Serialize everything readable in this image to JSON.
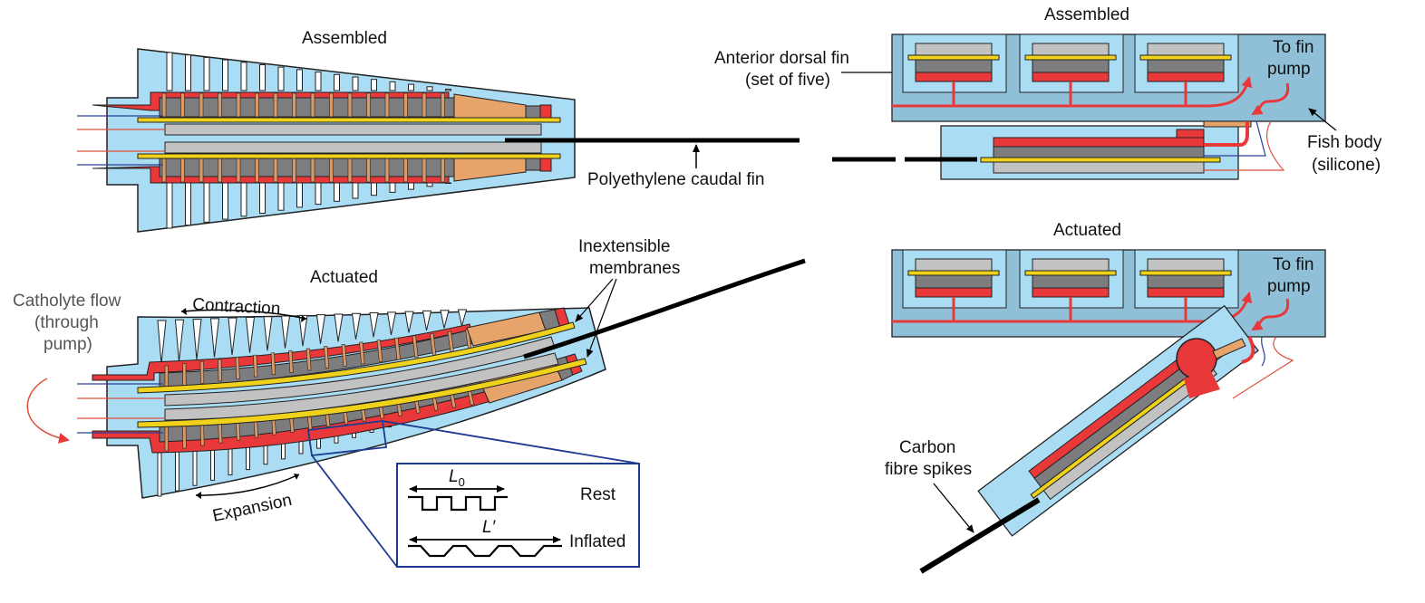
{
  "figure": {
    "colors": {
      "silicone_light": "#aadcf4",
      "silicone_body": "#8fc0d8",
      "red_channel": "#e8383a",
      "dark_grey": "#7d7d80",
      "light_grey": "#c2c2c2",
      "yellow_membrane": "#f1d21a",
      "tan": "#e6a46b",
      "copper": "#d99a68",
      "blue_wire": "#2a3f96",
      "red_wire": "#e0503a",
      "inset_border": "#1d3a93",
      "black": "#000000"
    },
    "caudal_fin_panel": {
      "assembled": {
        "title": "Assembled",
        "caudal_fin_label": "Polyethylene caudal fin"
      },
      "actuated": {
        "title": "Actuated",
        "catholyte_label_line1": "Catholyte flow",
        "catholyte_label_line2": "(through",
        "catholyte_label_line3": "pump)",
        "contraction_label": "Contraction",
        "expansion_label": "Expansion",
        "membranes_label_line1": "Inextensible",
        "membranes_label_line2": "membranes"
      },
      "inset": {
        "rest_length_symbol": "L",
        "rest_length_subscript": "0",
        "rest_label": "Rest",
        "inflated_length_symbol": "L′",
        "inflated_label": "Inflated"
      }
    },
    "dorsal_fin_panel": {
      "assembled": {
        "title": "Assembled",
        "fin_label_line1": "Anterior dorsal fin",
        "fin_label_line2": "(set of five)",
        "pump_label_line1": "To fin",
        "pump_label_line2": "pump",
        "body_label_line1": "Fish body",
        "body_label_line2": "(silicone)"
      },
      "actuated": {
        "title": "Actuated",
        "pump_label_line1": "To fin",
        "pump_label_line2": "pump",
        "spikes_label_line1": "Carbon",
        "spikes_label_line2": "fibre spikes"
      }
    }
  }
}
